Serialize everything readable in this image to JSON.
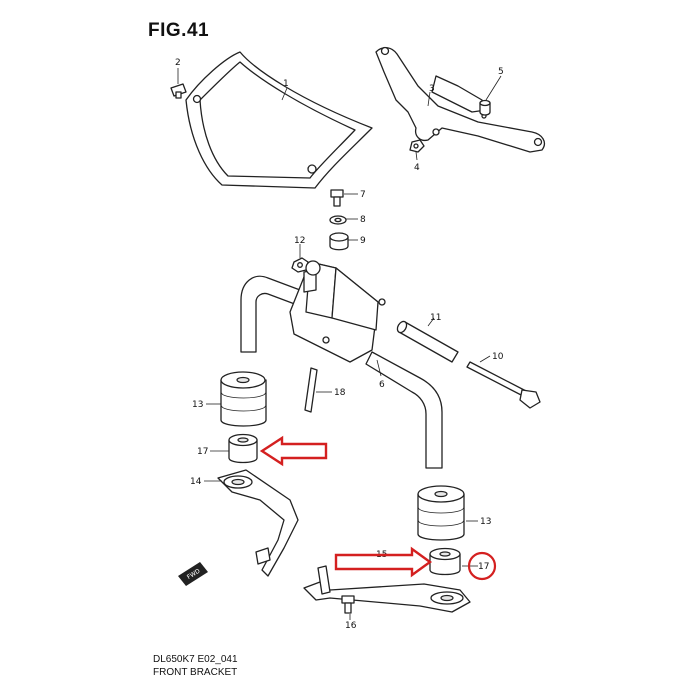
{
  "figure": {
    "title": "FIG.41",
    "code": "DL650K7 E02_041",
    "caption": "FRONT BRACKET",
    "fwd_label": "FWD"
  },
  "callouts": [
    {
      "id": "1",
      "text": "1"
    },
    {
      "id": "2",
      "text": "2"
    },
    {
      "id": "3",
      "text": "3"
    },
    {
      "id": "4",
      "text": "4"
    },
    {
      "id": "5",
      "text": "5"
    },
    {
      "id": "6",
      "text": "6"
    },
    {
      "id": "7",
      "text": "7"
    },
    {
      "id": "8",
      "text": "8"
    },
    {
      "id": "9",
      "text": "9"
    },
    {
      "id": "10",
      "text": "10"
    },
    {
      "id": "11",
      "text": "11"
    },
    {
      "id": "12",
      "text": "12"
    },
    {
      "id": "13a",
      "text": "13"
    },
    {
      "id": "13b",
      "text": "13"
    },
    {
      "id": "14",
      "text": "14"
    },
    {
      "id": "15",
      "text": "15"
    },
    {
      "id": "16",
      "text": "16"
    },
    {
      "id": "17a",
      "text": "17"
    },
    {
      "id": "17b",
      "text": "17"
    },
    {
      "id": "18",
      "text": "18"
    }
  ],
  "highlights": {
    "arrow_color": "#d42020",
    "circle_color": "#d42020"
  }
}
